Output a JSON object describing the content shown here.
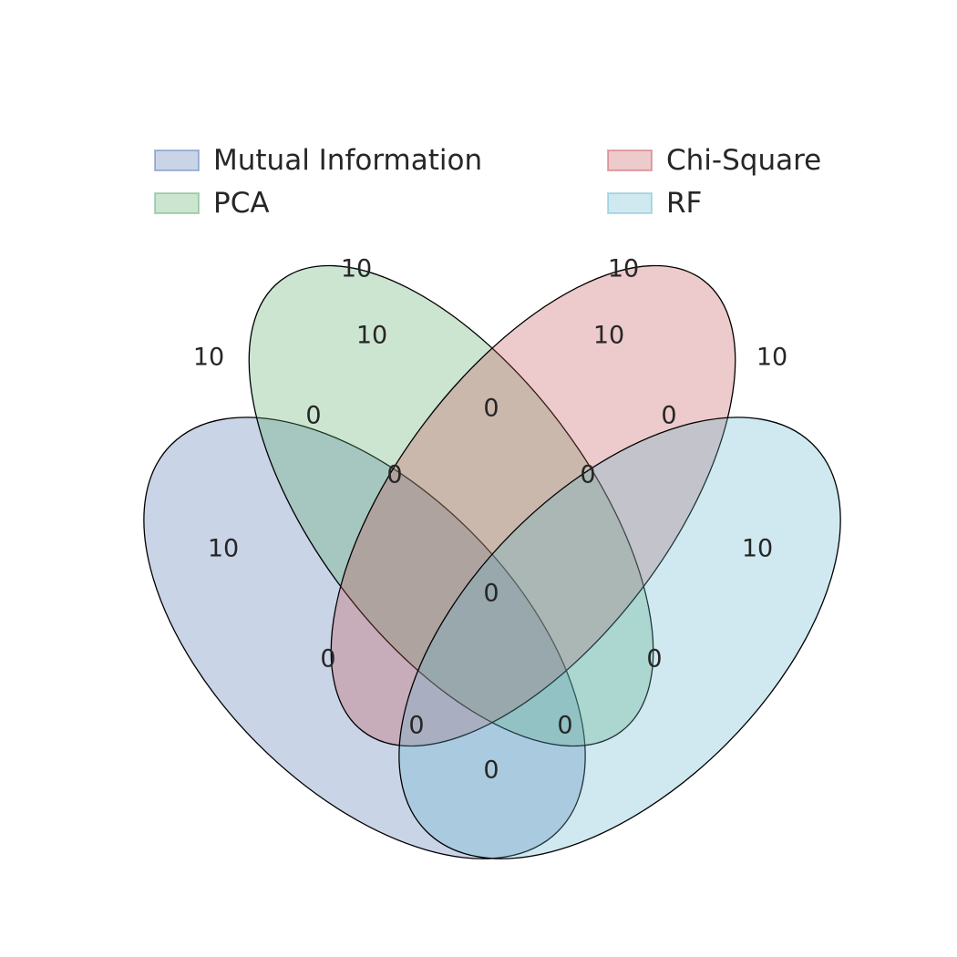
{
  "chart_data": {
    "type": "venn",
    "sets": [
      {
        "name": "Mutual Information",
        "total": "10",
        "color": "#4c72b0"
      },
      {
        "name": "PCA",
        "total": "10",
        "color": "#55a868"
      },
      {
        "name": "Chi-Square",
        "total": "10",
        "color": "#c44e52"
      },
      {
        "name": "RF",
        "total": "10",
        "color": "#64b5cd"
      }
    ],
    "regions": [
      {
        "sets": [
          "Mutual Information"
        ],
        "value": "10"
      },
      {
        "sets": [
          "PCA"
        ],
        "value": "10"
      },
      {
        "sets": [
          "Chi-Square"
        ],
        "value": "10"
      },
      {
        "sets": [
          "RF"
        ],
        "value": "10"
      },
      {
        "sets": [
          "Mutual Information",
          "PCA"
        ],
        "value": "0"
      },
      {
        "sets": [
          "Chi-Square",
          "RF"
        ],
        "value": "0"
      },
      {
        "sets": [
          "PCA",
          "Chi-Square"
        ],
        "value": "0"
      },
      {
        "sets": [
          "Mutual Information",
          "PCA",
          "Chi-Square"
        ],
        "value": "0"
      },
      {
        "sets": [
          "PCA",
          "Chi-Square",
          "RF"
        ],
        "value": "0"
      },
      {
        "sets": [
          "Mutual Information",
          "Chi-Square"
        ],
        "value": "0"
      },
      {
        "sets": [
          "PCA",
          "RF"
        ],
        "value": "0"
      },
      {
        "sets": [
          "Mutual Information",
          "PCA",
          "Chi-Square",
          "RF"
        ],
        "value": "0"
      },
      {
        "sets": [
          "Mutual Information",
          "Chi-Square",
          "RF"
        ],
        "value": "0"
      },
      {
        "sets": [
          "Mutual Information",
          "PCA",
          "RF"
        ],
        "value": "0"
      },
      {
        "sets": [
          "Mutual Information",
          "RF"
        ],
        "value": "0"
      }
    ],
    "legend": {
      "location": "top",
      "entries": [
        "Mutual Information",
        "PCA",
        "Chi-Square",
        "RF"
      ]
    }
  }
}
